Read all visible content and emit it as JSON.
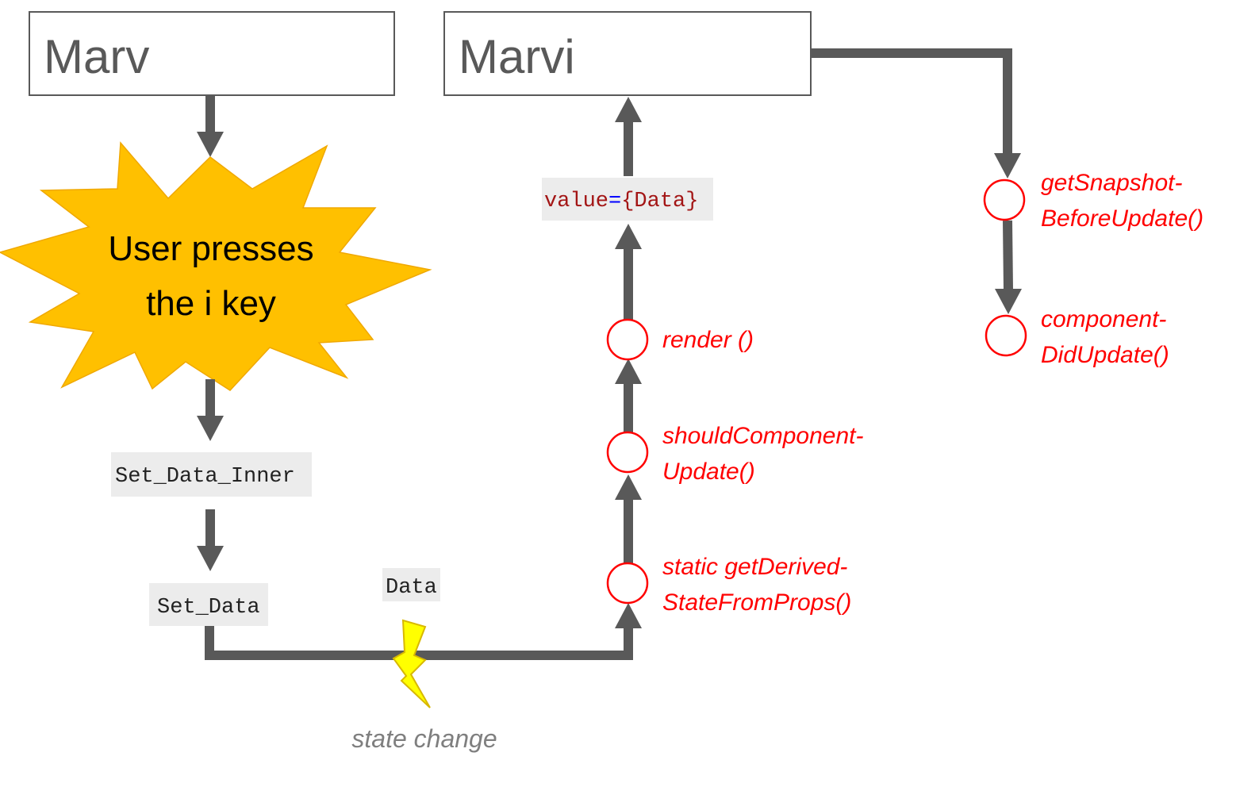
{
  "boxes": {
    "left": "Marv",
    "right": "Marvi"
  },
  "event": {
    "line1": "User presses",
    "line2": "the i key"
  },
  "code": {
    "set_data_inner": "Set_Data_Inner",
    "set_data": "Set_Data",
    "data": "Data",
    "value_prop": {
      "name": "value",
      "equals": "=",
      "expr": "{Data}"
    }
  },
  "caption": "state change",
  "lifecycle": {
    "derived": [
      "static getDerived-",
      "StateFromProps()"
    ],
    "should_update": [
      "shouldComponent-",
      "Update()"
    ],
    "render": [
      "render ()"
    ],
    "snapshot": [
      "getSnapshot-",
      "BeforeUpdate()"
    ],
    "did_update": [
      "component-",
      "DidUpdate()"
    ]
  },
  "colors": {
    "arrow": "#595959",
    "lifecycle": "#ff0000",
    "burst_fill": "#ffc000",
    "burst_stroke": "#f0a800",
    "bolt_fill": "#ffff00",
    "code_bg": "#ececec"
  }
}
